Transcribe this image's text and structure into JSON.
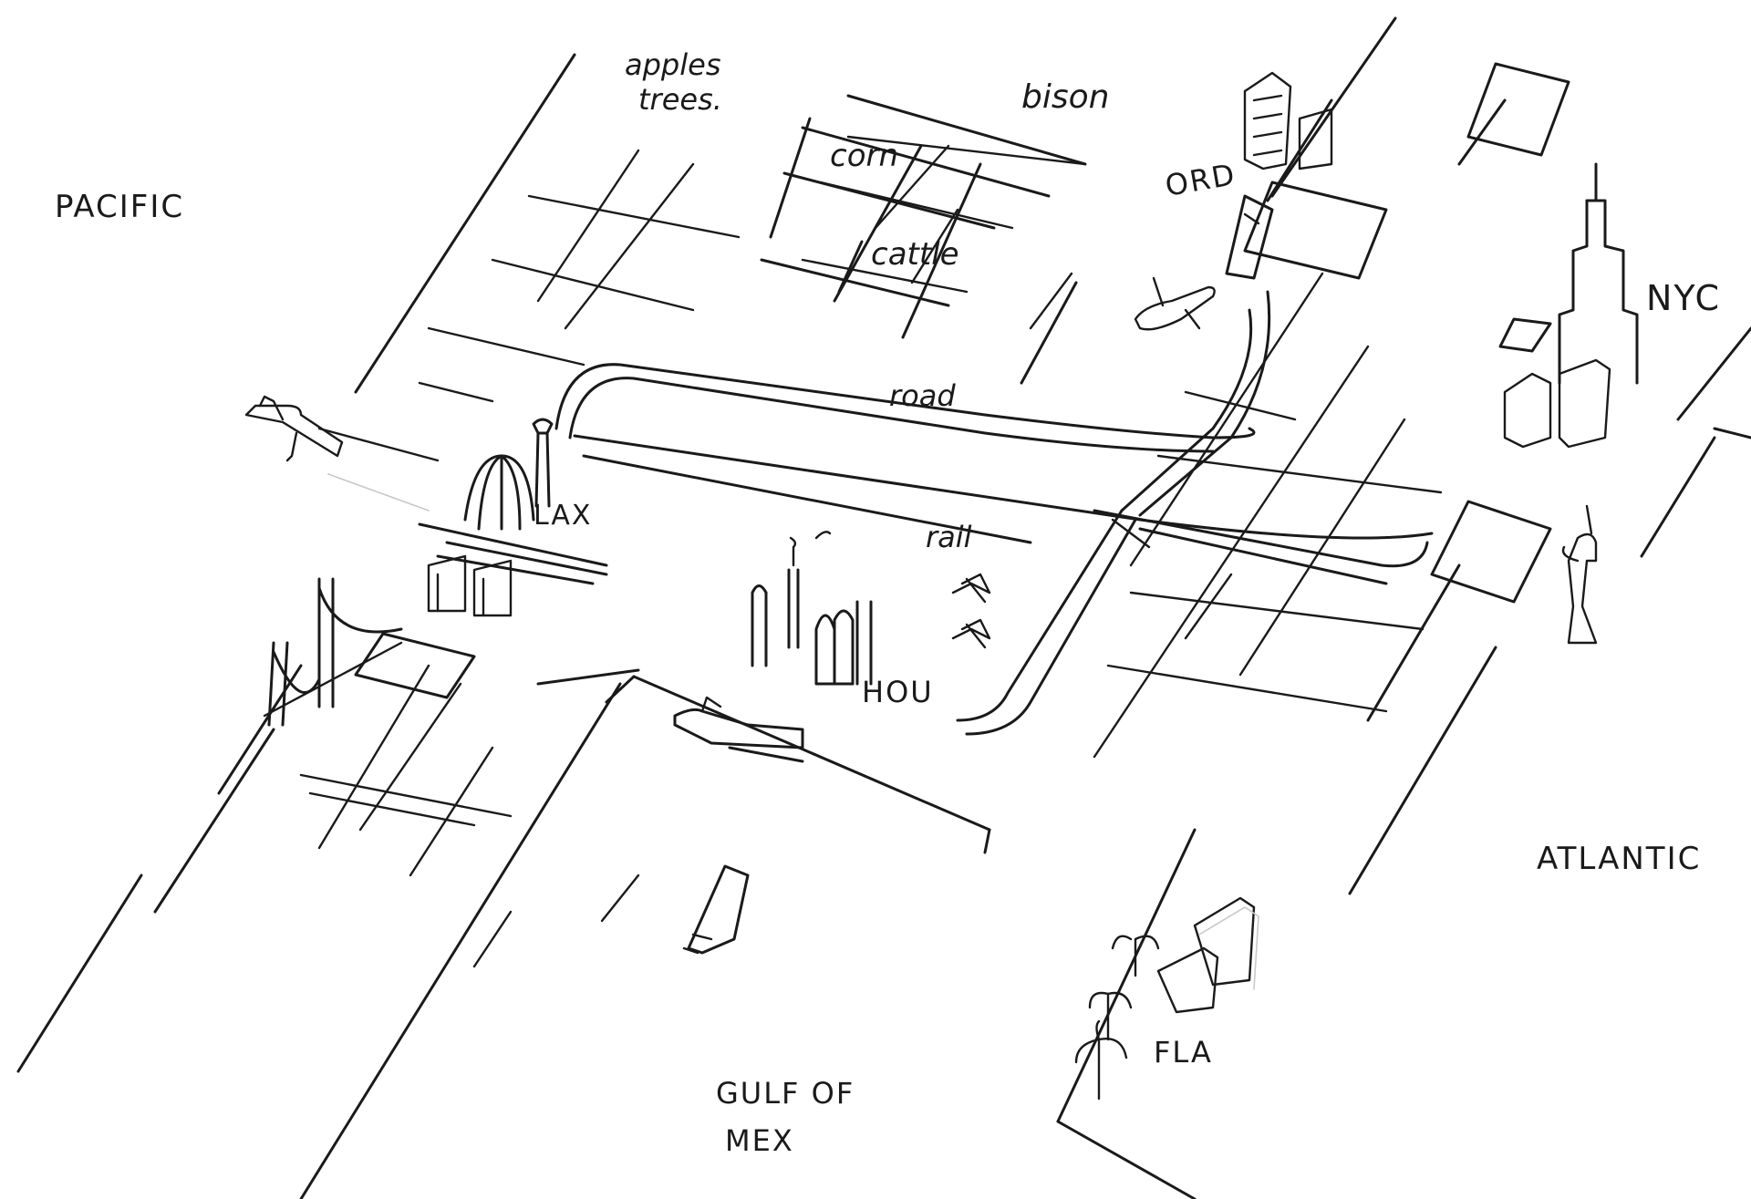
{
  "labels": {
    "pacific": "PACIFIC",
    "atlantic": "ATLANTIC",
    "gulf_line1": "GULF OF",
    "gulf_line2": "MEX",
    "apples_line1": "apples",
    "apples_line2": "trees.",
    "bison": "bison",
    "corn": "corn",
    "cattle": "cattle",
    "ord": "ORD",
    "nyc": "NYC",
    "lax": "LAX",
    "road": "road",
    "rail": "rail",
    "hou": "HOU",
    "fla": "FLA"
  },
  "icons": [
    "airplane-icon",
    "palm-tree-icon",
    "control-tower-icon",
    "bridge-icon",
    "skyscraper-icon",
    "empire-state-icon",
    "statue-of-liberty-icon",
    "refinery-icon",
    "oil-pump-icon",
    "barge-icon",
    "ship-icon"
  ],
  "colors": {
    "ink": "#1a1a1a",
    "paper": "#ffffff",
    "ghost": "#c8c8c8"
  }
}
